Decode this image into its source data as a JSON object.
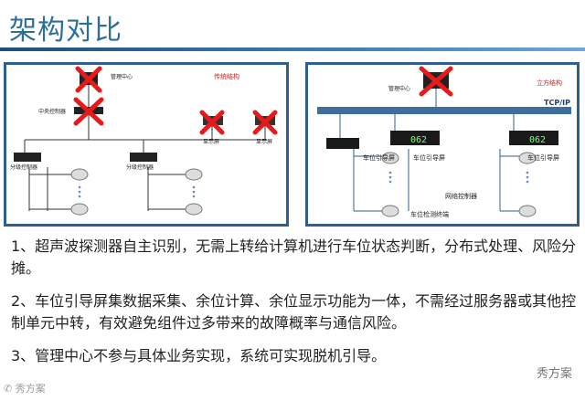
{
  "header": {
    "title": "架构对比"
  },
  "diagram_left": {
    "heading": "传统结构",
    "labels": {
      "management_center": "管理中心",
      "central_controller": "中央控制器",
      "zone_controller_1": "分级控制器",
      "zone_controller_2": "分级控制器",
      "display_1": "显示屏",
      "display_2": "显示屏"
    }
  },
  "diagram_right": {
    "heading": "立方结构",
    "labels": {
      "management_center": "管理中心",
      "network": "TCP/IP",
      "guide_screen_1": "车位引导屏",
      "guide_screen_2": "车位引导屏",
      "guide_screen_3": "车位引导屏",
      "network_controller": "网络控制器",
      "parking_detector": "车位检测终端",
      "display_text_1": "062",
      "display_text_2": "062"
    }
  },
  "notes": [
    "1、超声波探测器自主识别，无需上转给计算机进行车位状态判断，分布式处理、风险分摊。",
    "2、车位引导屏集数据采集、余位计算、余位显示功能为一体，不需经过服务器或其他控制单元中转，有效避免组件过多带来的故障概率与通信风险。",
    "3、管理中心不参与具体业务实现，系统可实现脱机引导。"
  ],
  "watermark": "秀方案",
  "watermark_left": "✆ 秀方案",
  "colors": {
    "title": "#2e6f98",
    "cross": "#e8191a",
    "frame": "#2f5f8f",
    "display_digits": "#7dff7a"
  }
}
